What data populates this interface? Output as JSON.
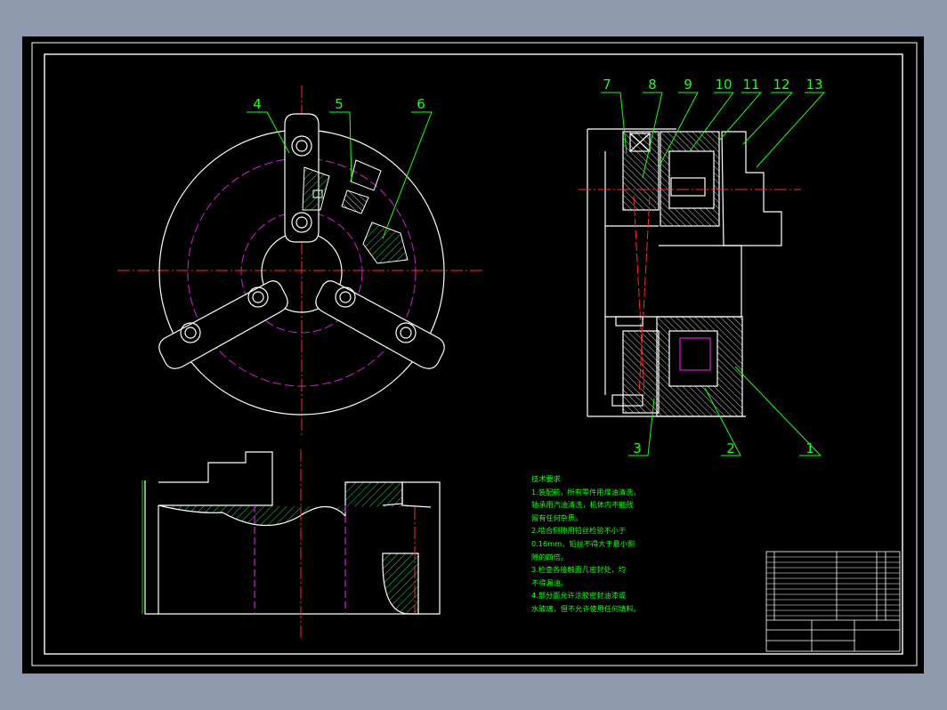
{
  "balloons": [
    "1",
    "2",
    "3",
    "4",
    "5",
    "6",
    "7",
    "8",
    "9",
    "10",
    "11",
    "12",
    "13"
  ],
  "notes": {
    "title": "技术要求",
    "lines": [
      "1.装配前，所有零件用煤油清洗，",
      "轴承用汽油清洗，机体内不能残",
      "留有任何杂质。",
      "2.啮合侧隙用铅丝检验不小于",
      "0.16mm，铅丝不得大于最小侧",
      "隙的四倍。",
      "3.检查各接触面几密封处，均",
      "不得漏油。",
      "4.部分面允许涂胶密封油漆或",
      "水玻璃，但不允许使用任何填料。"
    ]
  },
  "colors": {
    "background": "#8e99ad",
    "canvas": "#000000",
    "outline": "#ffffff",
    "leader": "#1aff1a",
    "centerline": "#ff2a2a",
    "hidden": "#d21fd2"
  }
}
